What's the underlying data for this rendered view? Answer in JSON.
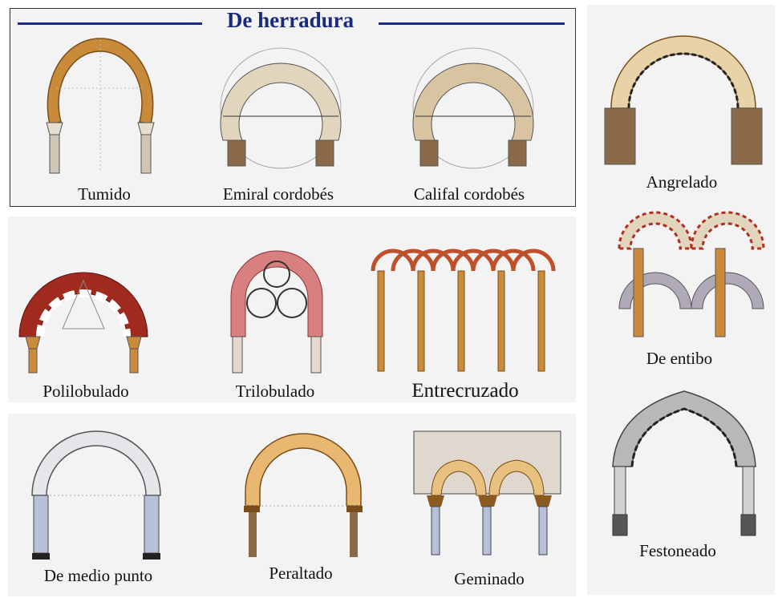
{
  "header": {
    "title": "De herradura"
  },
  "arches": [
    {
      "label": "Tumido"
    },
    {
      "label": "Emiral cordobés"
    },
    {
      "label": "Califal cordobés"
    },
    {
      "label": "Angrelado"
    },
    {
      "label": "De entibo"
    },
    {
      "label": "Polilobulado"
    },
    {
      "label": "Trilobulado"
    },
    {
      "label": "Entrecruzado"
    },
    {
      "label": "Festoneado"
    },
    {
      "label": "De medio punto"
    },
    {
      "label": "Peraltado"
    },
    {
      "label": "Geminado"
    }
  ],
  "colors": {
    "title": "#1a2a80",
    "ochre": "#c98a3a",
    "brick_red": "#b03020",
    "stone": "#d8c4a0",
    "gray": "#a8a8a8",
    "blue_gray": "#b8c0d8"
  }
}
